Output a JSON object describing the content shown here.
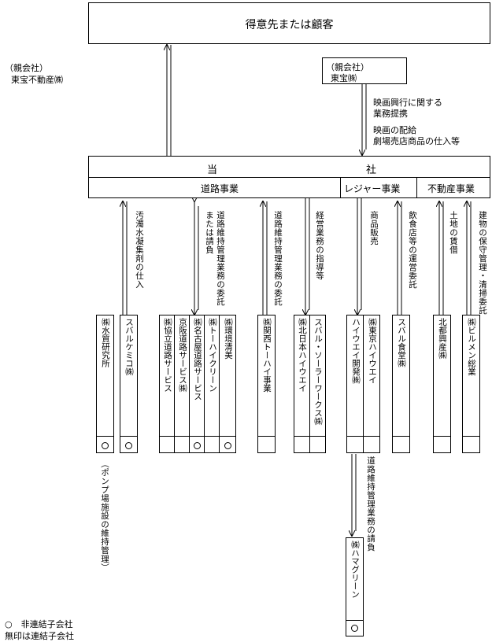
{
  "customer": "得意先または顧客",
  "parent1": {
    "label": "（親会社）",
    "name": "東宝不動産㈱"
  },
  "parent2": {
    "label": "（親会社）",
    "name": "東宝㈱"
  },
  "parent2_relation": {
    "line1": "映画興行に関する",
    "line2": "業務提携",
    "line3": "映画の配給",
    "line4": "劇場売店商品の仕入等"
  },
  "company": {
    "left": "当",
    "right": "社"
  },
  "segments": {
    "road": "道路事業",
    "leisure": "レジャー事業",
    "realestate": "不動産事業"
  },
  "relations": {
    "r1": "汚濁水凝集剤の仕入",
    "r2a": "道路維持管理業務の委託",
    "r2b": "または請負",
    "r3": "道路維持管理業務の委託",
    "r4": "経営業務の指導等",
    "r5": "商品販売",
    "r6": "飲食店等の運営委託",
    "r7": "土地の賃借",
    "r8": "建物の保守管理・清掃委託",
    "r9": "道路維持管理業務の請負",
    "pump_note": "（ポンプ場施設の維持管理）"
  },
  "companies": {
    "suishitsu": "㈱水質研究所",
    "subaru_chemico": "スバルケミコ㈱",
    "kyowa": "㈱協立道路サービス",
    "keihan": "京阪道路サービス㈱",
    "nagoya": "㈱名古屋道路サービス",
    "tohai_clean": "㈱トーハイクリーン",
    "kankyo": "㈱環境清美",
    "kansai": "㈱関西トーハイ事業",
    "kitanihon": "㈱北日本ハイウエイ",
    "solar": "スバル・ソーラーワークス㈱",
    "higashi": "㈱東京ハイウエイ",
    "highway_dev": "ハイウエイ開発㈱",
    "subaru_food": "スバル食堂㈱",
    "hokuto": "北都興産㈱",
    "bilmen": "㈱ビルメン総業",
    "hamagreen": "㈱ハマグリーン"
  },
  "legend": {
    "line1": "○　非連結子会社",
    "line2": "無印は連結子会社"
  }
}
